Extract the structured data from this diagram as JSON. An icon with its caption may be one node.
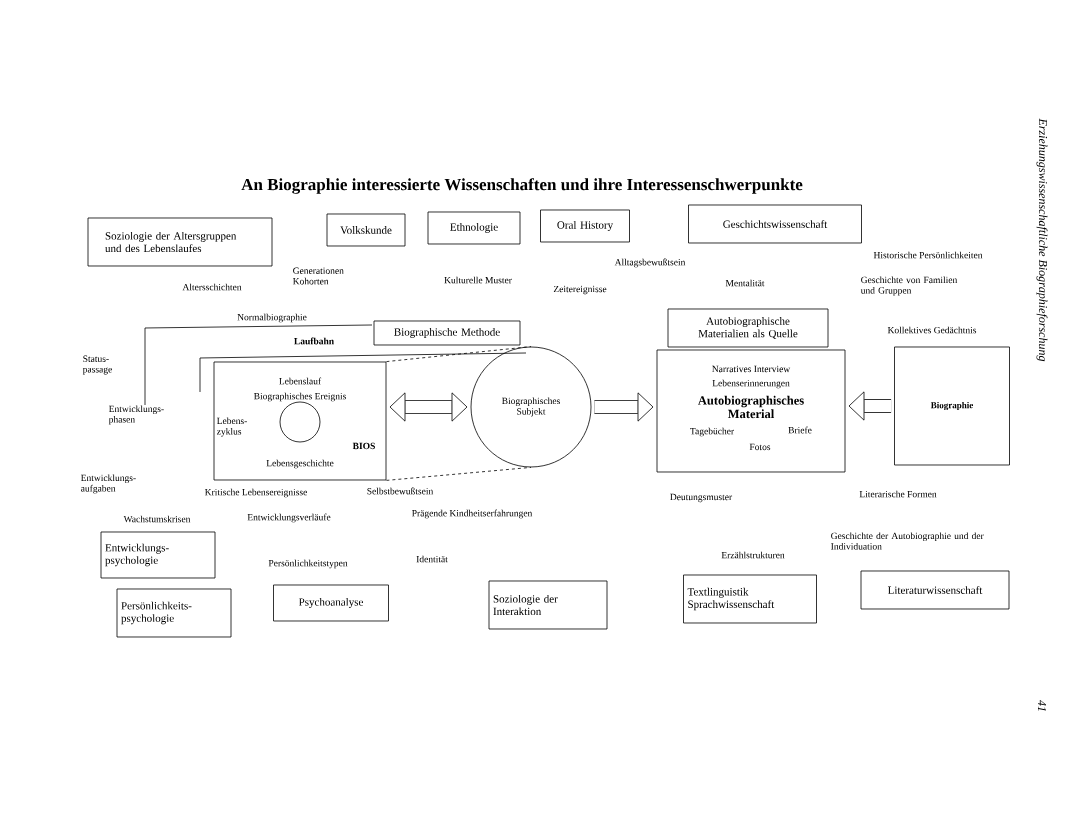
{
  "diagram": {
    "title": "An Biographie interessierte Wissenschaften und ihre Interessenschwerpunkte",
    "nodes": [
      {
        "text": [
          "Soziologie der Altersgruppen und des Lebenslaufes"
        ]
      },
      {
        "text": [
          "Volkskunde"
        ]
      },
      {
        "text": [
          "Ethnologie"
        ]
      },
      {
        "text": [
          "Oral History"
        ]
      },
      {
        "text": [
          "Geschichtswissenschaft"
        ]
      },
      {
        "text": [
          "Biographische Methode"
        ]
      },
      {
        "text": [
          "Autobiographische Materialien als Quelle"
        ]
      },
      {
        "text": [
          "Lebenslauf",
          "Biographisches Ereignis",
          "Lebens- zyklus",
          "BIOS",
          "Lebensgeschichte"
        ]
      },
      {
        "text": [],
        "shape": "circle",
        "in": 7
      },
      {
        "text": [
          "Biographisches Subjekt"
        ]
      },
      {
        "text": [
          "Narratives Interview",
          "Lebenserinnerungen",
          "Autobiographisches Material",
          "Tagebücher",
          "Briefe",
          "Fotos"
        ]
      },
      {
        "text": [
          "Biographie"
        ]
      },
      {
        "text": [
          "Entwicklungs- psychologie"
        ]
      },
      {
        "text": [
          "Persönlichkeits- psychologie"
        ]
      },
      {
        "text": [
          "Psychoanalyse"
        ]
      },
      {
        "text": [
          "Soziologie der Interaktion"
        ]
      },
      {
        "text": [
          "Textlinguistik Sprachwissenschaft"
        ]
      },
      {
        "text": [
          "Literaturwissenschaft"
        ]
      }
    ],
    "edges": [
      {
        "from": 7,
        "to": 9,
        "arrow": "both"
      },
      {
        "from": 7,
        "to": 9,
        "arrow": "none",
        "style": "dashed"
      },
      {
        "from": 7,
        "to": 9,
        "arrow": "none",
        "style": "dashed"
      },
      {
        "from": 9,
        "to": 10,
        "arrow": "to"
      },
      {
        "from": 11,
        "to": 10,
        "arrow": "to"
      }
    ],
    "labels": [
      "Altersschichten",
      "Generationen Kohorten",
      "Kulturelle Muster",
      "Alltagsbewußtsein",
      "Zeitereignisse",
      "Mentalität",
      "Historische Persönlichkeiten",
      "Geschichte von Familien und Gruppen",
      "Normalbiographie",
      "Laufbahn",
      "Kollektives Gedächtnis",
      "Status- passage",
      "Entwicklungs- phasen",
      "Entwicklungs- aufgaben",
      "Kritische Lebensereignisse",
      "Selbstbewußtsein",
      "Deutungsmuster",
      "Literarische Formen",
      "Wachstumskrisen",
      "Entwicklungsverläufe",
      "Prägende Kindheitserfahrungen",
      "Geschichte der Autobiographie und der Individuation",
      "Persönlichkeitstypen",
      "Identität",
      "Erzählstrukturen",
      "Erziehungswissenschaftliche Biographieforschung",
      "41"
    ]
  }
}
